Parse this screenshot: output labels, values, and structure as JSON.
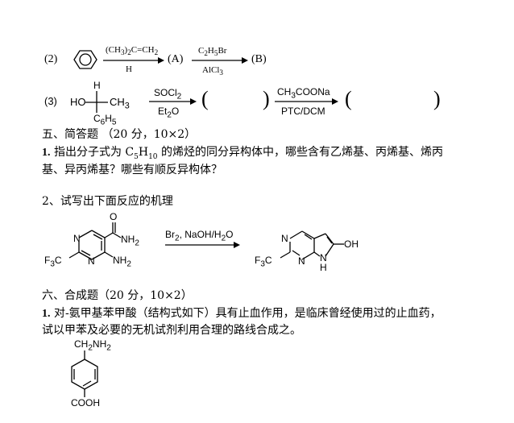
{
  "reaction2": {
    "label": "(2)",
    "reagent_top": "(CH",
    "reagent_top_sub1": "3",
    "reagent_top_mid": ")",
    "reagent_top_sub2": "2",
    "reagent_top_end": "C=CH",
    "reagent_top_sub3": "2",
    "reagent_bottom": "H",
    "product_a": "(A)",
    "reagent2_top": "C",
    "reagent2_top_sub1": "2",
    "reagent2_top_mid": "H",
    "reagent2_top_sub2": "5",
    "reagent2_top_end": "Br",
    "reagent2_bottom": "AlCl",
    "reagent2_bottom_sub": "3",
    "product_b": "(B)"
  },
  "reaction3": {
    "label": "(3)",
    "atom_h": "H",
    "atom_ho": "HO",
    "atom_ch3": "CH",
    "atom_ch3_sub": "3",
    "atom_c6h5": "C",
    "atom_c6h5_sub1": "6",
    "atom_c6h5_mid": "H",
    "atom_c6h5_sub2": "5",
    "reagent1_top": "SOCl",
    "reagent1_top_sub": "2",
    "reagent1_bottom": "Et",
    "reagent1_bottom_sub": "2",
    "reagent1_bottom_end": "O",
    "paren_open": "(",
    "paren_close": ")",
    "reagent2_top": "CH",
    "reagent2_top_sub": "3",
    "reagent2_top_end": "COONa",
    "reagent2_bottom": "PTC/DCM",
    "paren2_open": "(",
    "paren2_close": ")"
  },
  "section5": {
    "heading": "五、简答题  （20 分，10×2）",
    "q1_num": "1.",
    "q1_line1_a": "指出分子式为 C",
    "q1_line1_sub1": "5",
    "q1_line1_b": "H",
    "q1_line1_sub2": "10",
    "q1_line1_c": " 的烯烃的同分异构体中，哪些含有乙烯基、丙烯基、烯丙",
    "q1_line2": "基、异丙烯基？哪些有顺反异构体？",
    "q2": "2、试写出下面反应的机理",
    "mech": {
      "o": "O",
      "nh2_top": "NH",
      "nh2_top_sub": "2",
      "n1": "N",
      "n2": "N",
      "f3c": "F",
      "f3c_sub": "3",
      "f3c_end": "C",
      "nh2_bottom": "NH",
      "nh2_bottom_sub": "2",
      "reagent": "Br",
      "reagent_sub1": "2",
      "reagent_mid": ", NaOH/H",
      "reagent_sub2": "2",
      "reagent_end": "O",
      "p_n1": "N",
      "p_n2": "N",
      "p_f3c": "F",
      "p_f3c_sub": "3",
      "p_f3c_end": "C",
      "p_oh": "OH",
      "p_n3": "N",
      "p_h": "H"
    }
  },
  "section6": {
    "heading": "六、合成题（20 分，10×2）",
    "q1_num": "1.",
    "q1_line1": " 对-氨甲基苯甲酸（结构式如下）具有止血作用，是临床曾经使用过的止血药，",
    "q1_line2": "试以甲苯及必要的无机试剂利用合理的路线合成之。",
    "ch2nh2": "CH",
    "ch2nh2_sub1": "2",
    "ch2nh2_end": "NH",
    "ch2nh2_sub2": "2",
    "cooh": "COOH"
  }
}
